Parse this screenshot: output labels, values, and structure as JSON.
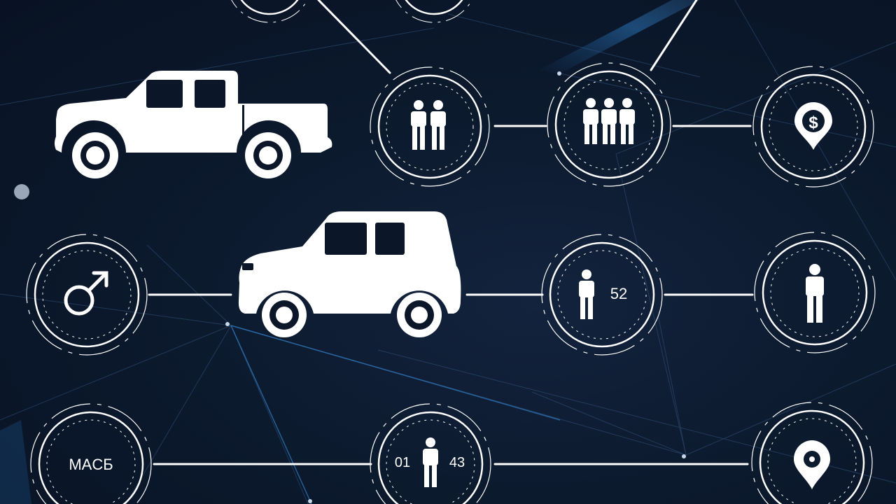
{
  "scene": {
    "background_color": "#0b1628",
    "accent_color": "#2c6fb3",
    "line_color": "#ffffff"
  },
  "nodes": {
    "pair_people": {
      "icon": "two-people-icon"
    },
    "group_people": {
      "icon": "three-people-icon"
    },
    "location_top": {
      "icon": "location-pin-icon",
      "glyph": "$"
    },
    "male": {
      "icon": "male-symbol-icon"
    },
    "age": {
      "icon": "person-icon",
      "label": "52"
    },
    "single_person": {
      "icon": "person-icon"
    },
    "brand": {
      "label": "MACБ"
    },
    "range": {
      "icon": "person-icon",
      "left_label": "01",
      "right_label": "43"
    },
    "location_bottom": {
      "icon": "location-pin-icon"
    }
  },
  "vehicles": {
    "top": {
      "icon": "pickup-truck-icon"
    },
    "middle": {
      "icon": "suv-icon"
    }
  }
}
